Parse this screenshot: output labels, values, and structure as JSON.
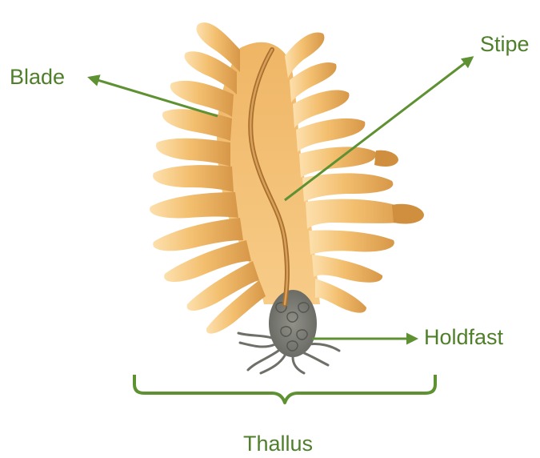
{
  "diagram": {
    "labels": {
      "blade": "Blade",
      "stipe": "Stipe",
      "holdfast": "Holdfast",
      "thallus": "Thallus"
    },
    "colors": {
      "annotation": "#5e9132",
      "label_text": "#4f7f2a",
      "blade_light": "#fbd9a0",
      "blade_mid": "#efb765",
      "blade_dark": "#c98a3a",
      "stipe": "#c8893f",
      "stipe_outline": "#a8702d",
      "holdfast": "#7e7f79",
      "holdfast_dark": "#5f5f59"
    },
    "icon": "kelp-seaweed-illustration"
  }
}
